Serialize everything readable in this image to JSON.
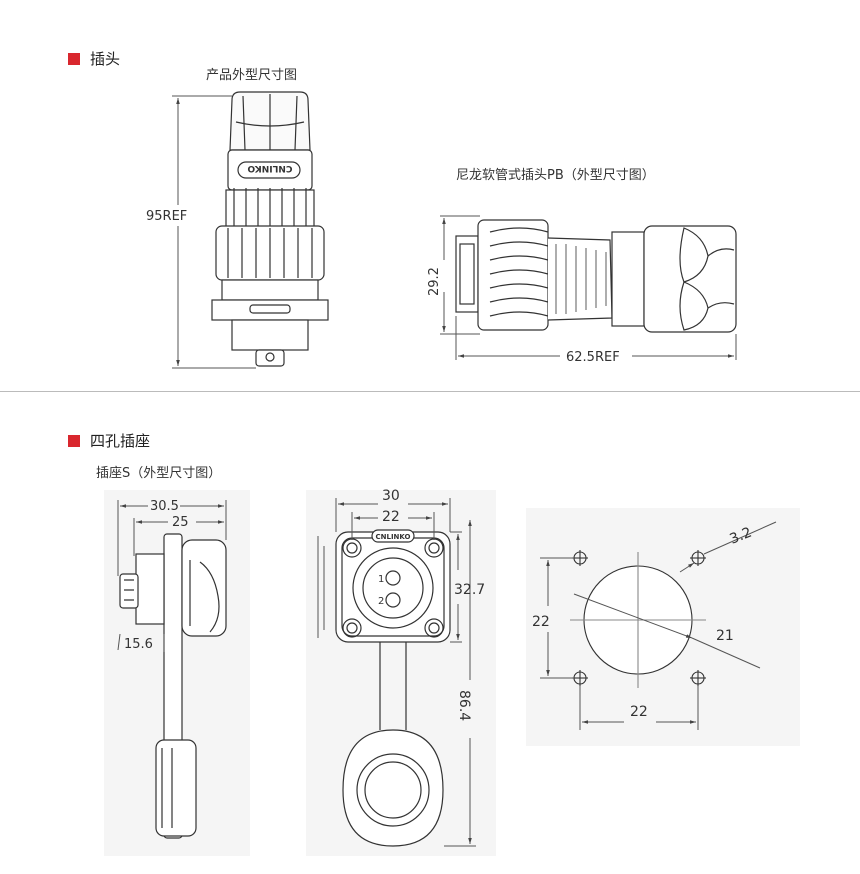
{
  "section1": {
    "title": "插头"
  },
  "section2": {
    "title": "四孔插座"
  },
  "captions": {
    "plug_outline": "产品外型尺寸图",
    "pb_outline": "尼龙软管式插头PB（外型尺寸图）",
    "socket_outline": "插座S（外型尺寸图）"
  },
  "dims": {
    "plug_length": "95REF",
    "pb_height": "29.2",
    "pb_length": "62.5REF",
    "side_30_5": "30.5",
    "side_25": "25",
    "side_15_6": "15.6",
    "front_30": "30",
    "front_22": "22",
    "front_32_7": "32.7",
    "front_86_4": "86.4",
    "panel_3_2": "3.2",
    "panel_22_v": "22",
    "panel_21": "21",
    "panel_22_h": "22"
  },
  "pins": [
    "1",
    "2"
  ],
  "brand": "CNLINKO",
  "colors": {
    "accent": "#d9272e",
    "line": "#333333",
    "panel_bg": "#f5f5f5"
  }
}
